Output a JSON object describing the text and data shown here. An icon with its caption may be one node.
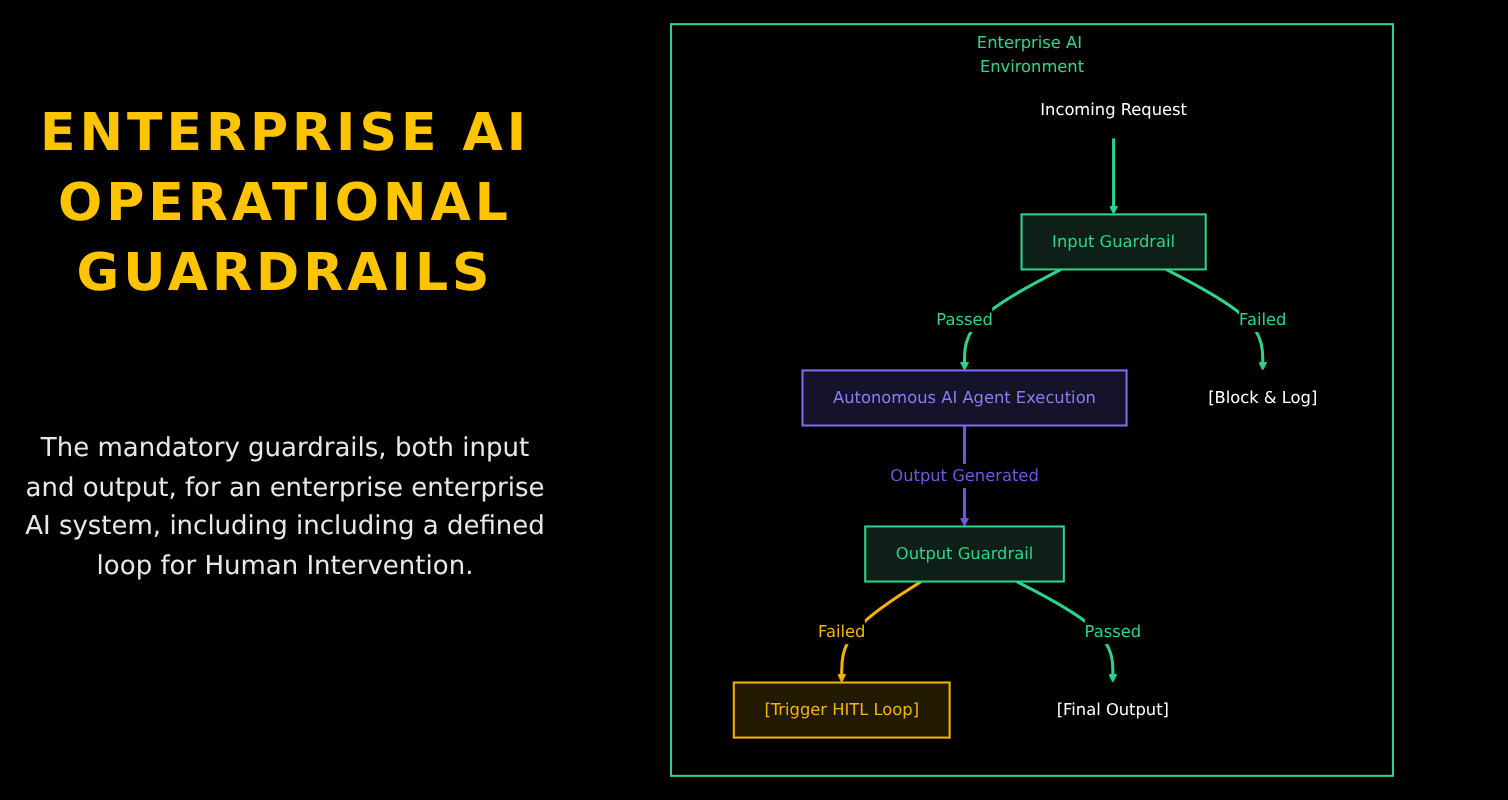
{
  "diagram": {
    "title": "ENTERPRISE AI OPERATIONAL GUARDRAILS",
    "caption": "The mandatory guardrails, both input and output, for an enterprise enterprise AI system, including including a defined loop for Human Intervention.",
    "nodes": [
      {
        "text": [
          "Enterprise AI Environment"
        ]
      },
      {
        "text": [
          "Incoming Request"
        ],
        "in": 0
      },
      {
        "text": [
          "Input Guardrail"
        ],
        "in": 0
      },
      {
        "text": [
          "Autonomous AI Agent Execution"
        ],
        "in": 0
      },
      {
        "text": [
          "[Block & Log]"
        ],
        "in": 0
      },
      {
        "text": [
          "Output Guardrail"
        ],
        "in": 0
      },
      {
        "text": [
          "[Trigger HITL Loop]"
        ],
        "in": 0
      },
      {
        "text": [
          "[Final Output]"
        ],
        "in": 0
      }
    ],
    "edges": [
      {
        "from": 1,
        "to": 2,
        "arrow": "to"
      },
      {
        "from": 2,
        "to": 3,
        "arrow": "to",
        "label": "Passed"
      },
      {
        "from": 2,
        "to": 4,
        "arrow": "to",
        "label": "Failed"
      },
      {
        "from": 3,
        "to": 5,
        "arrow": "to",
        "label": "Output Generated",
        "color": "#6a5ae0"
      },
      {
        "from": 5,
        "to": 6,
        "arrow": "to",
        "label": "Failed",
        "color": "#f5b400"
      },
      {
        "from": 5,
        "to": 7,
        "arrow": "to",
        "label": "Passed"
      }
    ]
  }
}
